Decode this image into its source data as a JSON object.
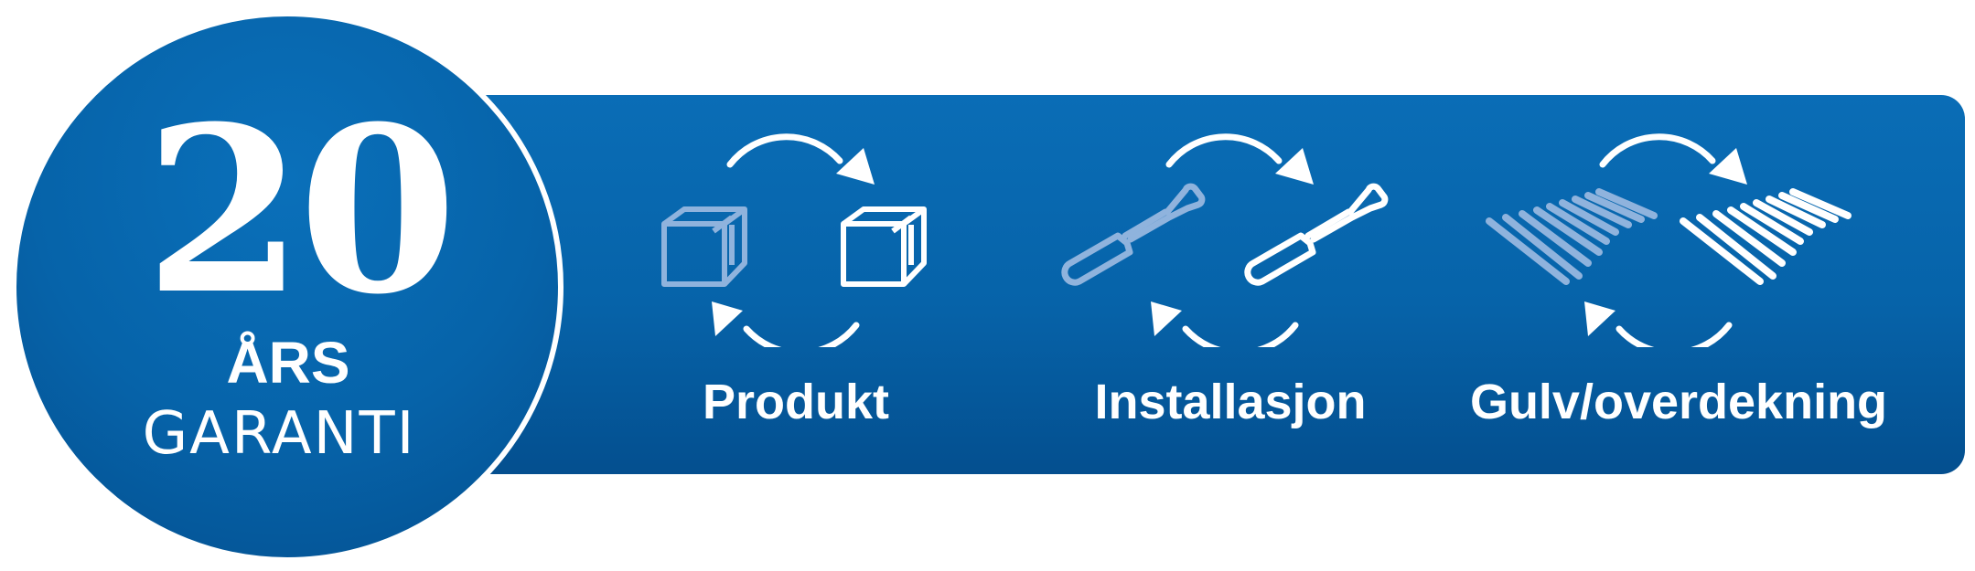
{
  "badge": {
    "number": "20",
    "years": "ÅRS",
    "warranty": "GARANTI"
  },
  "items": [
    {
      "label": "Produkt",
      "icon": "cube-replacement-icon"
    },
    {
      "label": "Installasjon",
      "icon": "tool-replacement-icon"
    },
    {
      "label": "Gulv/overdekning",
      "icon": "floor-replacement-icon"
    }
  ],
  "colors": {
    "brand_blue": "#0663a9",
    "brand_blue_dark": "#044f8f",
    "brand_blue_light": "#0a70ba",
    "faded_icon": "#8fb3dd",
    "text": "#ffffff"
  }
}
